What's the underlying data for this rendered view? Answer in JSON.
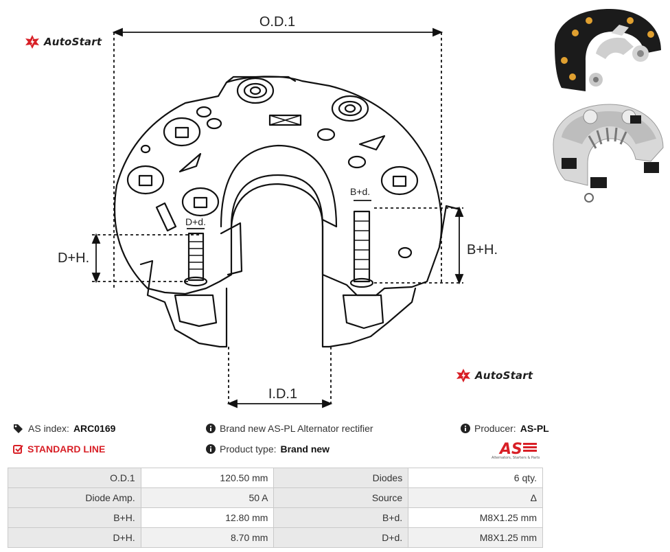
{
  "brand": {
    "logo_text": "AutoStart"
  },
  "drawing": {
    "od_label": "O.D.1",
    "id_label": "I.D.1",
    "bh_label": "B+H.",
    "dh_label": "D+H.",
    "bd_label": "B+d.",
    "dd_label": "D+d."
  },
  "info": {
    "as_index_label": "AS index:",
    "as_index_value": "ARC0169",
    "description": "Brand new AS-PL Alternator rectifier",
    "producer_label": "Producer:",
    "producer_value": "AS-PL",
    "line": "STANDARD LINE",
    "product_type_label": "Product type:",
    "product_type_value": "Brand new",
    "as_logo_text": "AS",
    "as_logo_tagline": "Alternators, Starters & Parts"
  },
  "specs": [
    {
      "label1": "O.D.1",
      "value1": "120.50 mm",
      "label2": "Diodes",
      "value2": "6 qty."
    },
    {
      "label1": "Diode Amp.",
      "value1": "50 A",
      "label2": "Source",
      "value2": "Δ"
    },
    {
      "label1": "B+H.",
      "value1": "12.80 mm",
      "label2": "B+d.",
      "value2": "M8X1.25 mm"
    },
    {
      "label1": "D+H.",
      "value1": "8.70 mm",
      "label2": "D+d.",
      "value2": "M8X1.25 mm"
    }
  ],
  "colors": {
    "brand_red": "#d81f26",
    "line_color": "#111111"
  }
}
